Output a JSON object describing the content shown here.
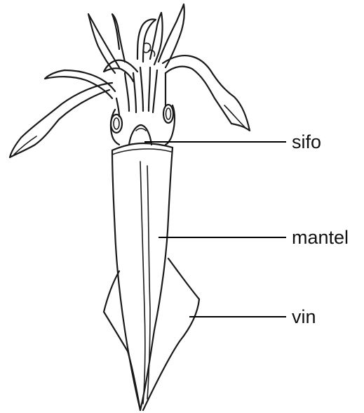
{
  "diagram": {
    "subject": "squid",
    "labels": {
      "siphon": "sifo",
      "mantle": "mantel",
      "fin": "vin"
    }
  },
  "colors": {
    "line": "#1a1a1a",
    "background": "#ffffff"
  }
}
